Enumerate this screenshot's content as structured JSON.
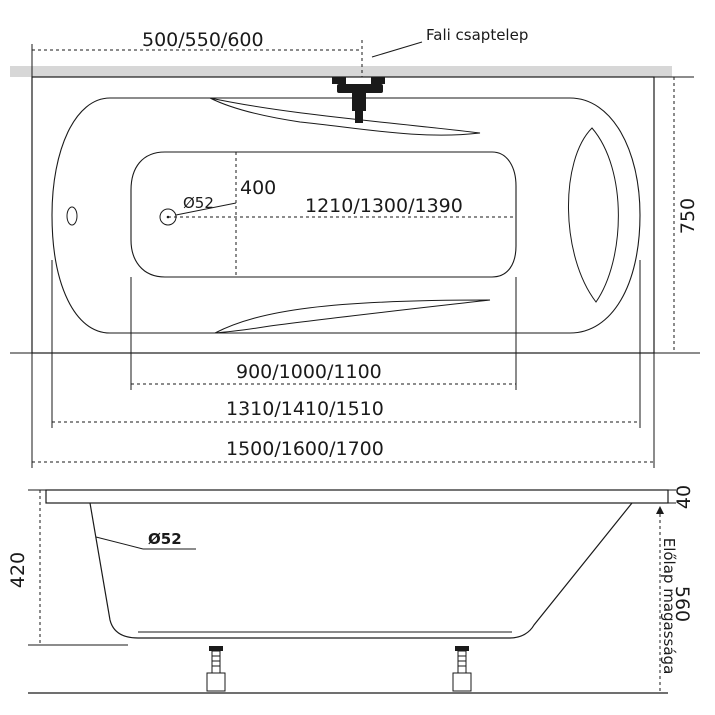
{
  "plan": {
    "faucet_label": "Fali csaptelep",
    "faucet_offset": "500/550/600",
    "drain_diameter": "Ø52",
    "drain_offset": "400",
    "inner_bottom_length": "1210/1300/1390",
    "inner_width": "900/1000/1100",
    "inner_rim_length": "1310/1410/1510",
    "total_length": "1500/1600/1700",
    "total_width": "750"
  },
  "side": {
    "overflow_diameter": "Ø52",
    "rim_thickness": "40",
    "floor_height": "420",
    "front_panel_height": "560",
    "front_panel_label": "Előlap magassága"
  },
  "colors": {
    "line": "#1a1a1a",
    "wall": "#d7d7d7",
    "fitting": "#1a1a1a"
  }
}
